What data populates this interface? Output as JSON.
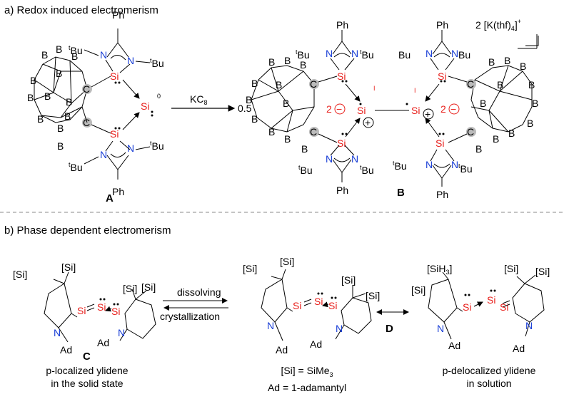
{
  "section_a": {
    "title": "a) Redox induced electromerism"
  },
  "section_b": {
    "title": "b) Phase dependent electromerism"
  },
  "atoms": {
    "B": "B",
    "C": "C",
    "N": "N",
    "Si": "Si",
    "Bu": "Bu",
    "t": "t",
    "Ph": "Ph",
    "Ad": "Ad",
    "SiBr": "[Si]",
    "SiH3": "[SiH",
    "SiH3_sub": "3",
    "SiH3_close": "]"
  },
  "charges": {
    "zero": "0",
    "one": "I",
    "two": "2",
    "plus": "+",
    "minus": "−"
  },
  "reagent": {
    "main": "KC",
    "sub": "8"
  },
  "coefficient": "0.5",
  "counterion": {
    "text": "2 [K(thf)",
    "sub": "4",
    "close": "]",
    "sup": "+"
  },
  "compounds": {
    "A": "A",
    "B": "B",
    "C": "C",
    "D": "D"
  },
  "equilibrium": {
    "forward": "dissolving",
    "reverse": "crystallization"
  },
  "captions": {
    "C_line1": "p-localized ylidene",
    "C_line2": "in the solid state",
    "mid_line1": "[Si] = SiMe",
    "mid_line1_sub": "3",
    "mid_line2": "Ad = 1-adamantyl",
    "D_line1": "p-delocalized ylidene",
    "D_line2": "in solution"
  }
}
